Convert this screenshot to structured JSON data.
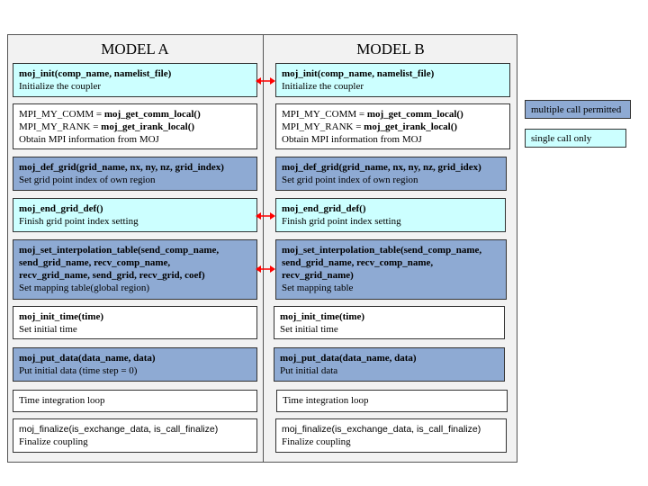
{
  "models": {
    "a": {
      "title": "MODEL A"
    },
    "b": {
      "title": "MODEL B"
    }
  },
  "boxes": {
    "a": [
      {
        "style": "single",
        "lines": [
          {
            "text": "moj_init(comp_name, namelist_file)",
            "bold": true
          },
          {
            "text": "Initialize the coupler"
          }
        ]
      },
      {
        "style": "plain",
        "lines": [
          {
            "pre": "MPI_MY_COMM = ",
            "text": "moj_get_comm_local()"
          },
          {
            "pre": "MPI_MY_RANK = ",
            "text": "moj_get_irank_local()"
          },
          {
            "text": "Obtain MPI information from MOJ"
          }
        ]
      },
      {
        "style": "multi",
        "lines": [
          {
            "text": "moj_def_grid(grid_name, nx, ny, nz, grid_index)",
            "bold": true
          },
          {
            "text": "Set grid point index of own region"
          }
        ]
      },
      {
        "style": "single",
        "lines": [
          {
            "text": "moj_end_grid_def()",
            "bold": true
          },
          {
            "text": "Finish grid point index setting"
          }
        ]
      },
      {
        "style": "multi",
        "lines": [
          {
            "text": "moj_set_interpolation_table(send_comp_name,",
            "bold": true
          },
          {
            "text": "send_grid_name, recv_comp_name,",
            "bold": true
          },
          {
            "text": "recv_grid_name, send_grid, recv_grid, coef)",
            "bold": true
          },
          {
            "text": "Set mapping table(global region)"
          }
        ]
      },
      {
        "style": "plain",
        "lines": [
          {
            "text": "moj_init_time(time)",
            "bold": true
          },
          {
            "text": "Set initial time"
          }
        ]
      },
      {
        "style": "multi",
        "lines": [
          {
            "text": "moj_put_data(data_name, data)",
            "bold": true
          },
          {
            "text": "Put initial data (time step = 0)"
          }
        ]
      },
      {
        "style": "plain",
        "lines": [
          {
            "text": "Time integration loop"
          }
        ]
      },
      {
        "style": "plain",
        "lines": [
          {
            "text": "moj_finalize(is_exchange_data, is_call_finalize)",
            "sans": true
          },
          {
            "text": "Finalize coupling"
          }
        ]
      }
    ],
    "b": [
      {
        "style": "single",
        "lines": [
          {
            "text": "moj_init(comp_name, namelist_file)",
            "bold": true
          },
          {
            "text": "Initialize the coupler"
          }
        ]
      },
      {
        "style": "plain",
        "lines": [
          {
            "pre": "MPI_MY_COMM = ",
            "text": "moj_get_comm_local()"
          },
          {
            "pre": "MPI_MY_RANK = ",
            "text": "moj_get_irank_local()"
          },
          {
            "text": "Obtain MPI information from MOJ"
          }
        ]
      },
      {
        "style": "multi",
        "lines": [
          {
            "text": "moj_def_grid(grid_name, nx, ny, nz, grid_idex)",
            "bold": true
          },
          {
            "text": "Set grid point index of own region"
          }
        ]
      },
      {
        "style": "single",
        "lines": [
          {
            "text": "moj_end_grid_def()",
            "bold": true
          },
          {
            "text": "Finish grid point index setting"
          }
        ]
      },
      {
        "style": "multi",
        "lines": [
          {
            "text": "moj_set_interpolation_table(send_comp_name,",
            "bold": true
          },
          {
            "text": "send_grid_name, recv_comp_name,",
            "bold": true
          },
          {
            "text": "recv_grid_name)",
            "bold": true
          },
          {
            "text": "Set mapping table"
          }
        ]
      },
      {
        "style": "plain",
        "lines": [
          {
            "text": "moj_init_time(time)",
            "bold": true
          },
          {
            "text": "Set initial time"
          }
        ]
      },
      {
        "style": "multi",
        "lines": [
          {
            "text": "moj_put_data(data_name, data)",
            "bold": true
          },
          {
            "text": "Put initial data"
          }
        ]
      },
      {
        "style": "plain",
        "lines": [
          {
            "text": "Time integration loop"
          }
        ]
      },
      {
        "style": "plain",
        "lines": [
          {
            "text": "moj_finalize(is_exchange_data, is_call_finalize)",
            "sans": true
          },
          {
            "text": "Finalize coupling"
          }
        ]
      }
    ]
  },
  "legend": {
    "multi": "multiple call permitted",
    "single": "single call only"
  },
  "colors": {
    "multi": "#8eaad3",
    "single": "#ccffff",
    "plain": "#ffffff",
    "arrow": "#ff0000"
  }
}
